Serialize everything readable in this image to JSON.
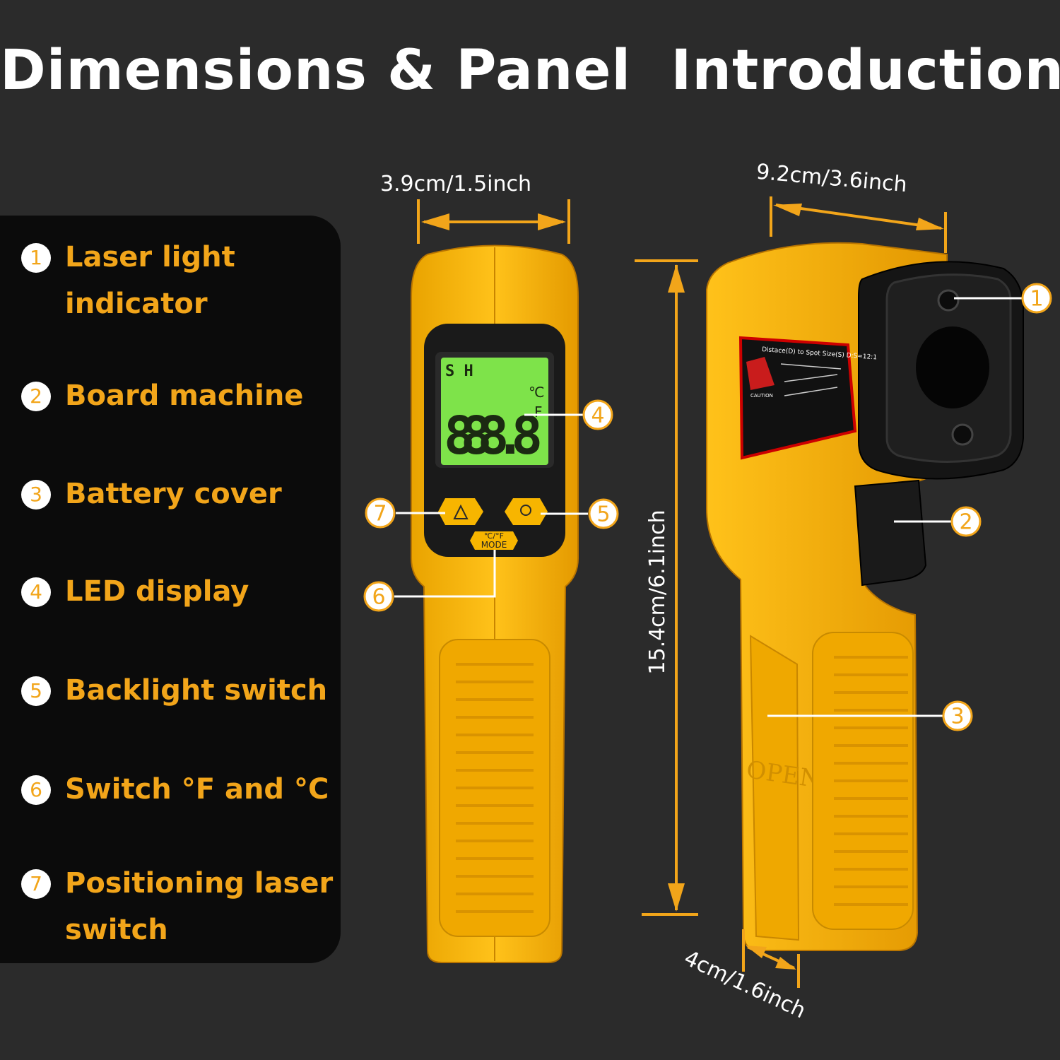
{
  "title": "Dimensions & Panel  Introduction",
  "legend": [
    {
      "num": "1",
      "label": "Laser light indicator"
    },
    {
      "num": "2",
      "label": "Board machine"
    },
    {
      "num": "3",
      "label": "Battery cover"
    },
    {
      "num": "4",
      "label": "LED display"
    },
    {
      "num": "5",
      "label": "Backlight switch"
    },
    {
      "num": "6",
      "label": "Switch °F and °C"
    },
    {
      "num": "7",
      "label": "Positioning laser switch"
    }
  ],
  "dimensions": {
    "width_front": "3.9cm/1.5inch",
    "length_side": "9.2cm/3.6inch",
    "height": "15.4cm/6.1inch",
    "depth": "4cm/1.6inch"
  },
  "device": {
    "lcd_digits": "888.8",
    "lcd_icons": "S H",
    "lcd_unit_top": "℃",
    "lcd_unit_bottom": "F",
    "mode_button_top": "℃/°F",
    "mode_button_bottom": "MODE",
    "warning_label_title": "Distace(D) to Spot Size(S)  D:S=12:1",
    "warning_label_caution": "CAUTION",
    "battery_cover_text": "OPEN"
  },
  "colors": {
    "background": "#2b2b2b",
    "panel": "#0b0b0b",
    "accent": "#f2a51a",
    "device_yellow": "#f7b500",
    "lcd_green": "#7ee34a"
  }
}
